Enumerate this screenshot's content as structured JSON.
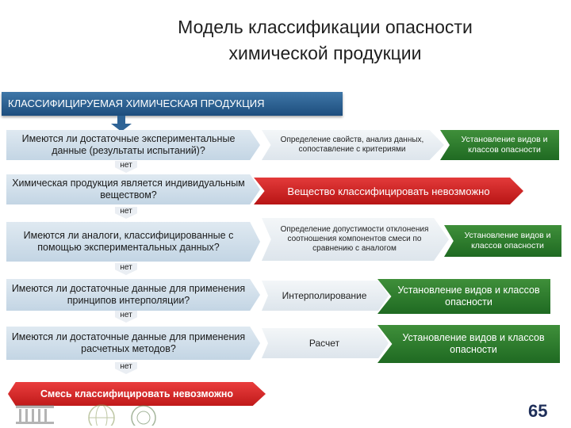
{
  "slide": {
    "title_line1": "Модель классификации опасности",
    "title_line2": "химической продукции",
    "header": "КЛАССИФИЦИРУЕМАЯ ХИМИЧЕСКАЯ ПРОДУКЦИЯ",
    "no_label": "нет",
    "page_number": "65"
  },
  "questions": [
    "Имеются ли достаточные экспериментальные данные (результаты испытаний)?",
    "Химическая продукция является индивидуальным веществом?",
    "Имеются ли аналоги, классифицированные с помощью экспериментальных данных?",
    "Имеются ли достаточные данные для применения принципов интерполяции?",
    "Имеются ли достаточные данные для применения расчетных методов?"
  ],
  "actions": [
    "Определение свойств, анализ данных, сопоставление с критериями",
    "Определение допустимости отклонения соотношения компонентов смеси по сравнению с аналогом",
    "Интерполирование",
    "Расчет"
  ],
  "results": [
    "Установление видов и классов опасности",
    "Установление видов и классов опасности",
    "Установление видов и классов опасности",
    "Установление видов и классов опасности"
  ],
  "red_result": "Вещество классифицировать невозможно",
  "final_result": "Смесь классифицировать невозможно",
  "colors": {
    "header_blue": "#2a5f92",
    "question_fill": "#d2e0eb",
    "result_green": "#2e7d2e",
    "stop_red": "#d42626"
  }
}
